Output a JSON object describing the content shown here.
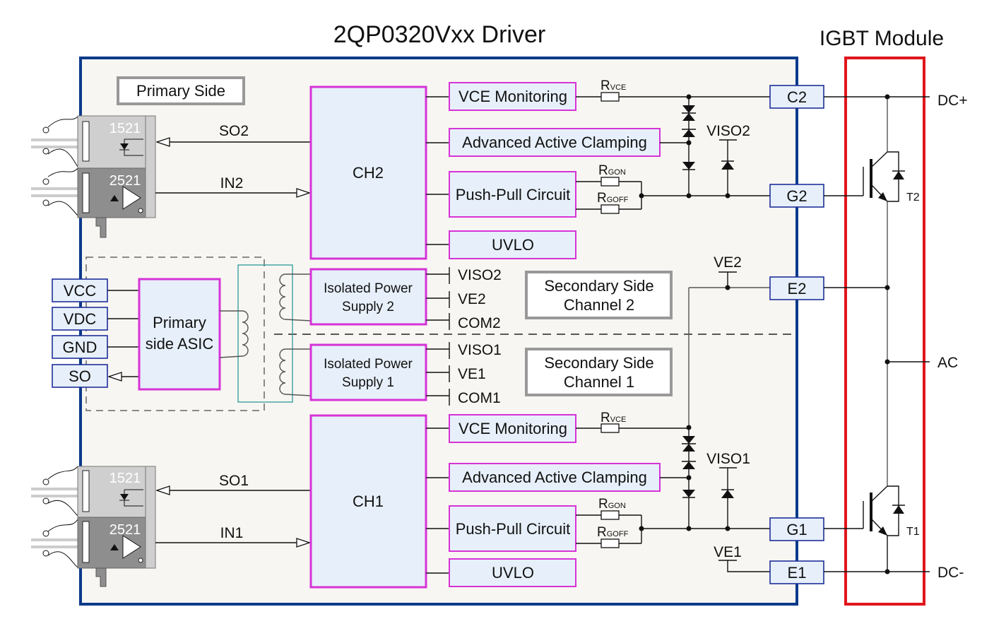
{
  "titles": {
    "driver": "2QP0320Vxx Driver",
    "module": "IGBT Module"
  },
  "colors": {
    "driver_border": "#0b3a8a",
    "module_border": "#e0161c",
    "block_fill": "#e7f0fa",
    "block_border": "#d633d6",
    "pin_border": "#1f2f9a",
    "background": "#f8f6f2"
  },
  "primary": {
    "label": "Primary Side",
    "asic": [
      "Primary",
      "side ASIC"
    ],
    "pins": [
      "VCC",
      "VDC",
      "GND",
      "SO"
    ],
    "optos": {
      "ch2_tx": "1521",
      "ch2_rx": "2521",
      "ch1_tx": "1521",
      "ch1_rx": "2521"
    },
    "signals": {
      "so2": "SO2",
      "in2": "IN2",
      "so1": "SO1",
      "in1": "IN1"
    }
  },
  "power": {
    "ps2": [
      "Isolated Power",
      "Supply 2"
    ],
    "ps1": [
      "Isolated Power",
      "Supply 1"
    ],
    "ps2_rails": [
      "VISO2",
      "VE2",
      "COM2"
    ],
    "ps1_rails": [
      "VISO1",
      "VE1",
      "COM1"
    ]
  },
  "secondary": {
    "ch2_label": [
      "Secondary Side",
      "Channel 2"
    ],
    "ch1_label": [
      "Secondary Side",
      "Channel 1"
    ]
  },
  "channels": {
    "ch2": {
      "name": "CH2",
      "blocks": [
        "VCE Monitoring",
        "Advanced Active Clamping",
        "Push-Pull Circuit",
        "UVLO"
      ],
      "viso": "VISO2",
      "ve": "VE2"
    },
    "ch1": {
      "name": "CH1",
      "blocks": [
        "VCE Monitoring",
        "Advanced Active Clamping",
        "Push-Pull Circuit",
        "UVLO"
      ],
      "viso": "VISO1",
      "ve": "VE1"
    }
  },
  "resistors": {
    "rvce": {
      "main": "R",
      "sub": "VCE"
    },
    "rgon": {
      "main": "R",
      "sub": "GON"
    },
    "rgoff": {
      "main": "R",
      "sub": "GOFF"
    }
  },
  "terminals": [
    "C2",
    "G2",
    "E2",
    "G1",
    "E1"
  ],
  "igbt": {
    "upper": "T2",
    "lower": "T1",
    "nodes": [
      "DC+",
      "AC",
      "DC-"
    ]
  }
}
